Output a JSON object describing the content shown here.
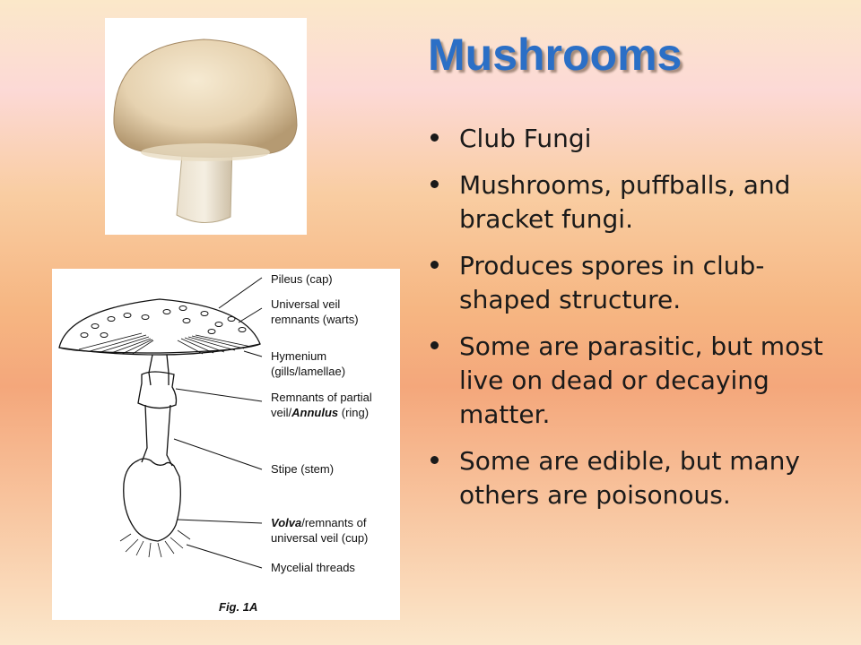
{
  "slide": {
    "title": "Mushrooms",
    "bullets": [
      "Club Fungi",
      "Mushrooms, puffballs, and bracket fungi.",
      "Produces spores in club-shaped structure.",
      "Some are parasitic, but most live on dead or decaying matter.",
      "Some are edible, but many others are poisonous."
    ]
  },
  "diagram": {
    "labels": {
      "pileus": "Pileus (cap)",
      "veil1": "Universal veil",
      "veil2": "remnants (warts)",
      "hymenium1": "Hymenium",
      "hymenium2": "(gills/lamellae)",
      "partial1": "Remnants of partial",
      "partial2a": "veil/",
      "partial2b": "Annulus",
      "partial2c": " (ring)",
      "stipe": "Stipe (stem)",
      "volva1a": "Volva",
      "volva1b": "/remnants of",
      "volva2": "universal veil (cup)",
      "mycelial": "Mycelial threads"
    },
    "caption": "Fig. 1A"
  },
  "colors": {
    "title": "#2b6fc6",
    "text": "#1a1a1a"
  }
}
